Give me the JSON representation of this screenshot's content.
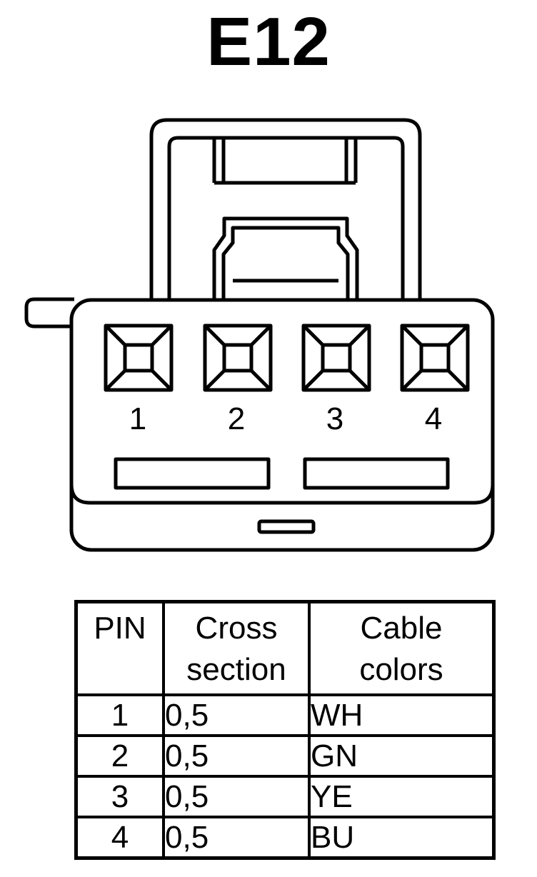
{
  "title": "E12",
  "connector": {
    "pin_labels": [
      "1",
      "2",
      "3",
      "4"
    ]
  },
  "table": {
    "headers": {
      "pin": "PIN",
      "cross_section": [
        "Cross",
        "section"
      ],
      "cable_colors": [
        "Cable",
        "colors"
      ]
    },
    "rows": [
      {
        "pin": "1",
        "cross_section": "0,5",
        "color": "WH"
      },
      {
        "pin": "2",
        "cross_section": "0,5",
        "color": "GN"
      },
      {
        "pin": "3",
        "cross_section": "0,5",
        "color": "YE"
      },
      {
        "pin": "4",
        "cross_section": "0,5",
        "color": "BU"
      }
    ]
  }
}
